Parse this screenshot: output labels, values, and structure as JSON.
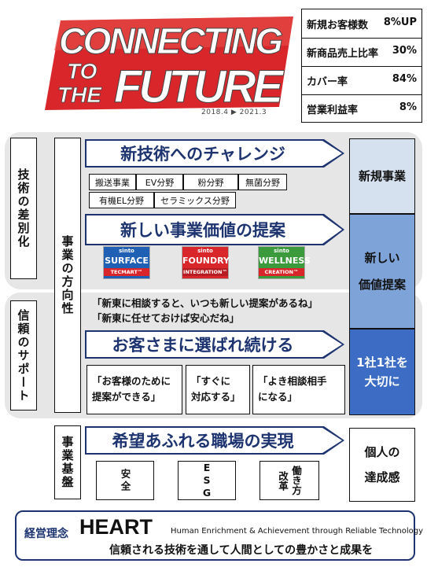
{
  "logo": {
    "line1": "CONNECTING",
    "line2a": "TO",
    "line2b": "THE",
    "line3": "FUTURE",
    "period": "2018.4 ▶ 2021.3"
  },
  "kpis": [
    {
      "label": "新規お客様数",
      "value": "8%UP"
    },
    {
      "label": "新商品売上比率",
      "value": "30%"
    },
    {
      "label": "カバー率",
      "value": "84%"
    },
    {
      "label": "営業利益率",
      "value": "8%"
    }
  ],
  "left_labels": {
    "tech": "技術の差別化",
    "trust": "信頼のサポート",
    "direction": "事業の方向性",
    "base": "事業基盤"
  },
  "banners": {
    "tech_challenge": "新技術へのチャレンジ",
    "new_value": "新しい事業価値の提案",
    "chosen": "お客さまに選ばれ続ける",
    "workplace": "希望あふれる職場の実現"
  },
  "tags": [
    "搬送事業",
    "EV分野",
    "粉分野",
    "無菌分野",
    "有機EL分野",
    "セラミックス分野"
  ],
  "brands": [
    {
      "top": "sinto",
      "name": "SURFACE",
      "sub": "TECMART™",
      "color": "#d8262b",
      "band": "#1f5fb4"
    },
    {
      "top": "sinto",
      "name": "FOUNDRY",
      "sub": "INTEGRATION™",
      "color": "#d8262b",
      "band": "#d8262b"
    },
    {
      "top": "sinto",
      "name": "WELLNESS",
      "sub": "CREATION™",
      "color": "#d8262b",
      "band": "#3a9a3c"
    }
  ],
  "voice": {
    "line1": "「新東に相談すると、いつも新しい提案があるね」",
    "line2": "「新東に任せておけば安心だね」"
  },
  "quotes": [
    {
      "line1": "「お客様のために",
      "line2": "提案ができる」"
    },
    {
      "line1": "「すぐに",
      "line2": "対応する」"
    },
    {
      "line1": "「よき相談相手",
      "line2": "になる」"
    }
  ],
  "right": {
    "new_business": "新規事業",
    "value_line1": "新しい",
    "value_line2": "価値提案",
    "one_line1": "1社1社を",
    "one_line2": "大切に",
    "growth_line1": "個人の",
    "growth_line2": "達成感"
  },
  "base_items": [
    "安全",
    "ESG",
    "改革",
    "働き方"
  ],
  "philosophy": {
    "label": "経営理念",
    "heart": "HEART",
    "expansion": "Human Enrichment & Achievement through Reliable Technology",
    "tagline": "信頼される技術を通して人間としての豊かさと成果を"
  },
  "colors": {
    "navy": "#1d3470",
    "light_blue": "#d6e1f0",
    "mid_blue": "#7ea3d8",
    "deep_blue": "#3c6cc4",
    "logo_red": "#d8262b",
    "band_gray": "#e6e6e6"
  }
}
